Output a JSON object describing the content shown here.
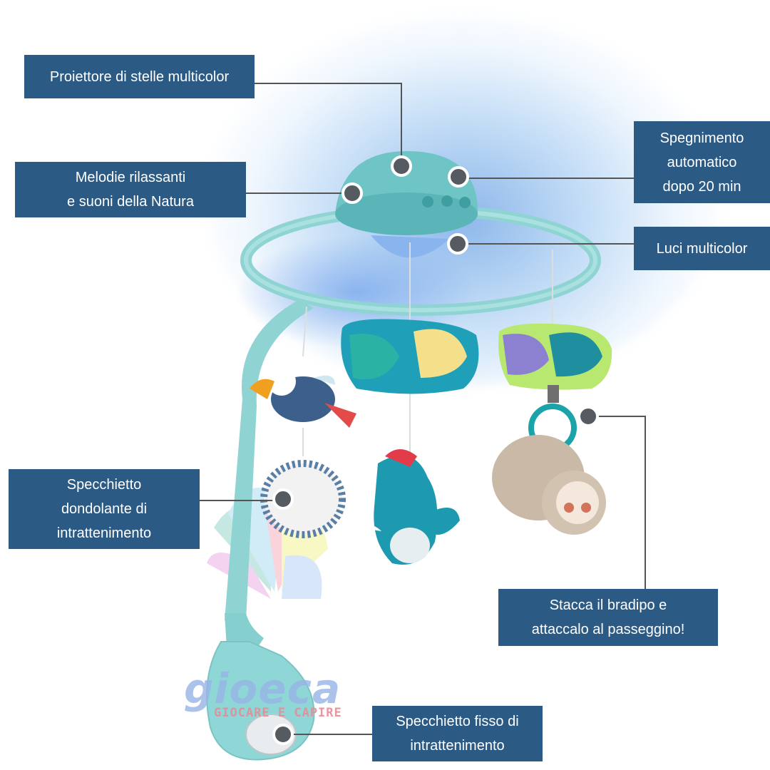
{
  "callouts": {
    "star_projector": "Proiettore di stelle multicolor",
    "auto_off": "Spegnimento\nautomatico\ndopo 20 min",
    "melodies": "Melodie rilassanti\ne suoni della Natura",
    "multicolor_lights": "Luci multicolor",
    "swinging_mirror": "Specchietto\ndondolante di\nintrattenimento",
    "detach_sloth": "Stacca il bradipo e\nattaccalo al passeggino!",
    "fixed_mirror": "Specchietto fisso di\nintrattenimento"
  },
  "brand": {
    "name": "gioeca",
    "tagline": "GIOCARE E CAPIRE"
  },
  "colors": {
    "callout_bg": "#2b5a84",
    "callout_text": "#ffffff",
    "leader_line": "#555555",
    "marker_fill": "#555b61",
    "toy_body": "#8fd3d3",
    "glow": "#7aaae6"
  }
}
